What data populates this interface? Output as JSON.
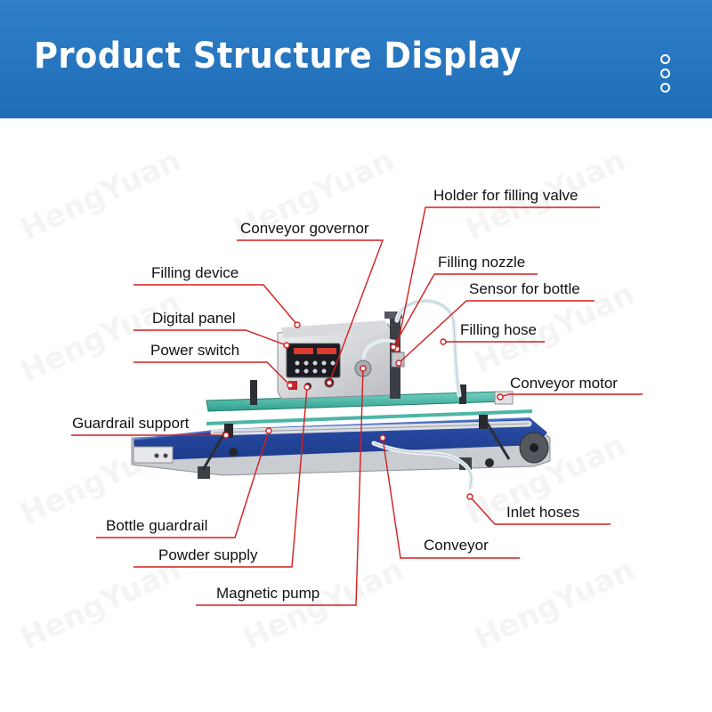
{
  "header": {
    "title": "Product Structure Display",
    "background_color": "#2374bd",
    "menu_icon": "vertical-dots-icon"
  },
  "watermark": {
    "text": "HengYuan"
  },
  "leader_color": "#d31f1f",
  "labels": {
    "holder_for_filling_valve": "Holder for filling valve",
    "conveyor_governor": "Conveyor governor",
    "filling_device": "Filling device",
    "filling_nozzle": "Filling nozzle",
    "sensor_for_bottle": "Sensor for bottle",
    "digital_panel": "Digital panel",
    "filling_hose": "Filling hose",
    "power_switch": "Power switch",
    "conveyor_motor": "Conveyor motor",
    "guardrail_support": "Guardrail support",
    "inlet_hoses": "Inlet hoses",
    "bottle_guardrail": "Bottle guardrail",
    "conveyor": "Conveyor",
    "powder_supply": "Powder supply",
    "magnetic_pump": "Magnetic pump"
  }
}
